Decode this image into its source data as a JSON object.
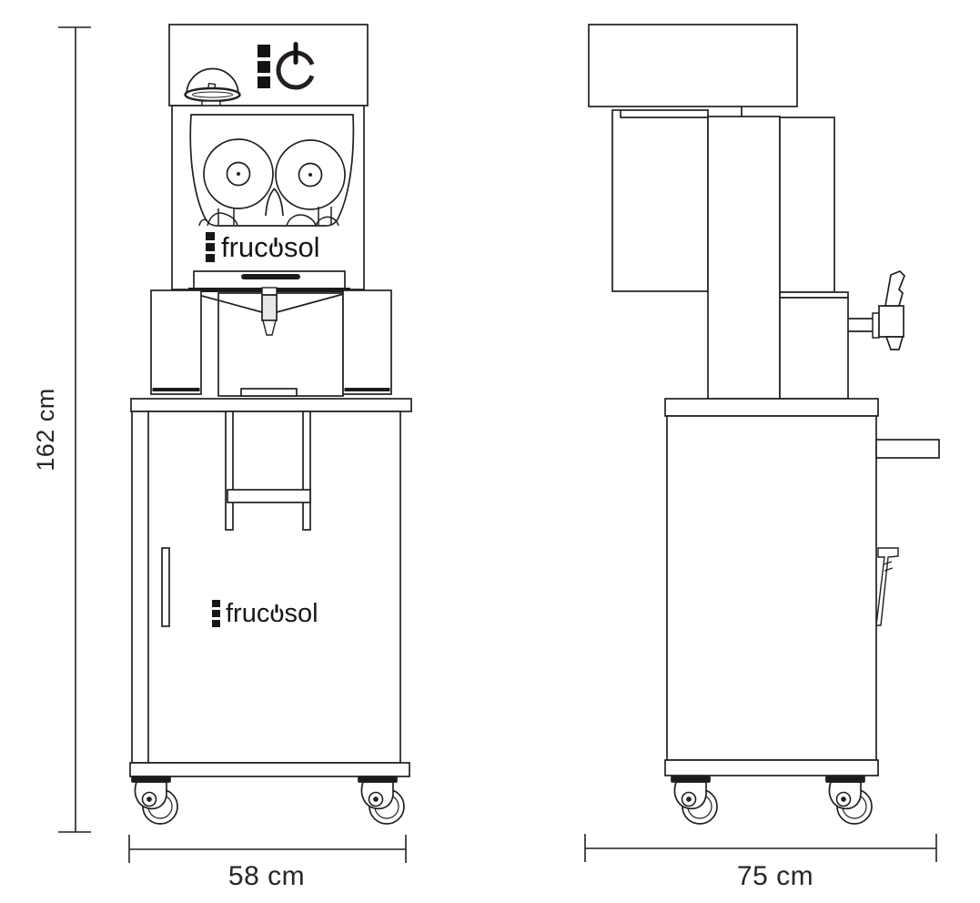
{
  "page": {
    "background": "#ffffff",
    "line_color": "#231f20",
    "label_color": "#262626",
    "spout_fill": "#e8e8e8"
  },
  "brand": {
    "pre": "fruc",
    "power_o": "o",
    "post": "sol"
  },
  "dimensions": {
    "height_label": "162 cm",
    "width_label": "58 cm",
    "depth_label": "75 cm"
  },
  "icons": {
    "power": "power-icon",
    "brand_mark": "frucosol-mark-icon",
    "casters": "caster-wheel-icon"
  }
}
